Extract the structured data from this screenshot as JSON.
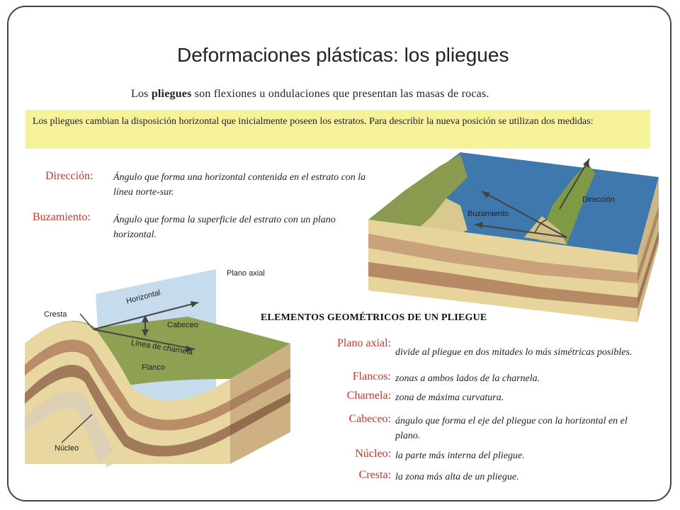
{
  "title": "Deformaciones plásticas: los pliegues",
  "intro": {
    "pre": "Los ",
    "bold": "pliegues",
    "post": " son flexiones u ondulaciones que presentan las masas de rocas."
  },
  "note": "Los pliegues cambian la disposición horizontal que inicialmente poseen los estratos. Para describir la nueva posición se utilizan dos medidas:",
  "measures": [
    {
      "term": "Dirección:",
      "definition": "Ángulo que forma una horizontal  contenida en el estrato con la línea norte-sur."
    },
    {
      "term": "Buzamiento:",
      "definition": "Ángulo que forma la superficie del estrato con un plano horizontal."
    }
  ],
  "block_diagram_labels": {
    "direccion": "Dirección",
    "buzamiento": "Buzamiento"
  },
  "fold_diagram_labels": {
    "plano_axial": "Plano axial",
    "cresta": "Cresta",
    "horizontal": "Horizontal",
    "cabeceo": "Cabeceo",
    "linea_charnela": "Línea de charnela",
    "flanco": "Flanco",
    "nucleo": "Núcleo"
  },
  "elements_title": "ELEMENTOS GEOMÉTRICOS DE UN PLIEGUE",
  "elements": [
    {
      "term": "Plano axial:",
      "definition": "divide al pliegue en dos mitades lo más simétricas posibles."
    },
    {
      "term": "Flancos:",
      "definition": "zonas a ambos lados de la charnela."
    },
    {
      "term": "Charnela:",
      "definition": "zona de máxima curvatura."
    },
    {
      "term": "Cabeceo:",
      "definition": "ángulo que forma el eje del pliegue con la horizontal en el plano."
    },
    {
      "term": "Núcleo:",
      "definition": "la parte más interna del pliegue."
    },
    {
      "term": "Cresta:",
      "definition": "la zona más alta de un pliegue."
    }
  ]
}
